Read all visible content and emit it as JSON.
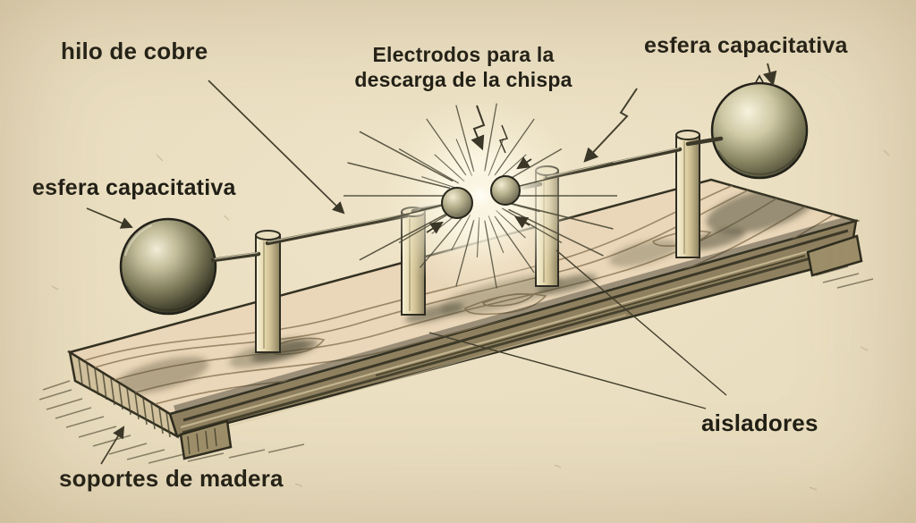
{
  "figure": {
    "kind": "vintage engraving diagram of a spark-gap oscillator",
    "labels": {
      "copper_wire": "hilo de cobre",
      "spark_electrodes_line1": "Electrodos para la",
      "spark_electrodes_line2": "descarga de la chispa",
      "capacitive_sphere_left": "esfera capacitativa",
      "capacitive_sphere_right": "esfera capacitativa",
      "insulators": "aisladores",
      "wooden_supports": "soportes de madera"
    },
    "colors": {
      "paper": "#e8dcbe",
      "ink": "#35332a",
      "text": "#211f16",
      "wood_top": "#ead6b8",
      "wood_side": "#8f8160",
      "spark_glow": "#fdf9ec"
    }
  }
}
